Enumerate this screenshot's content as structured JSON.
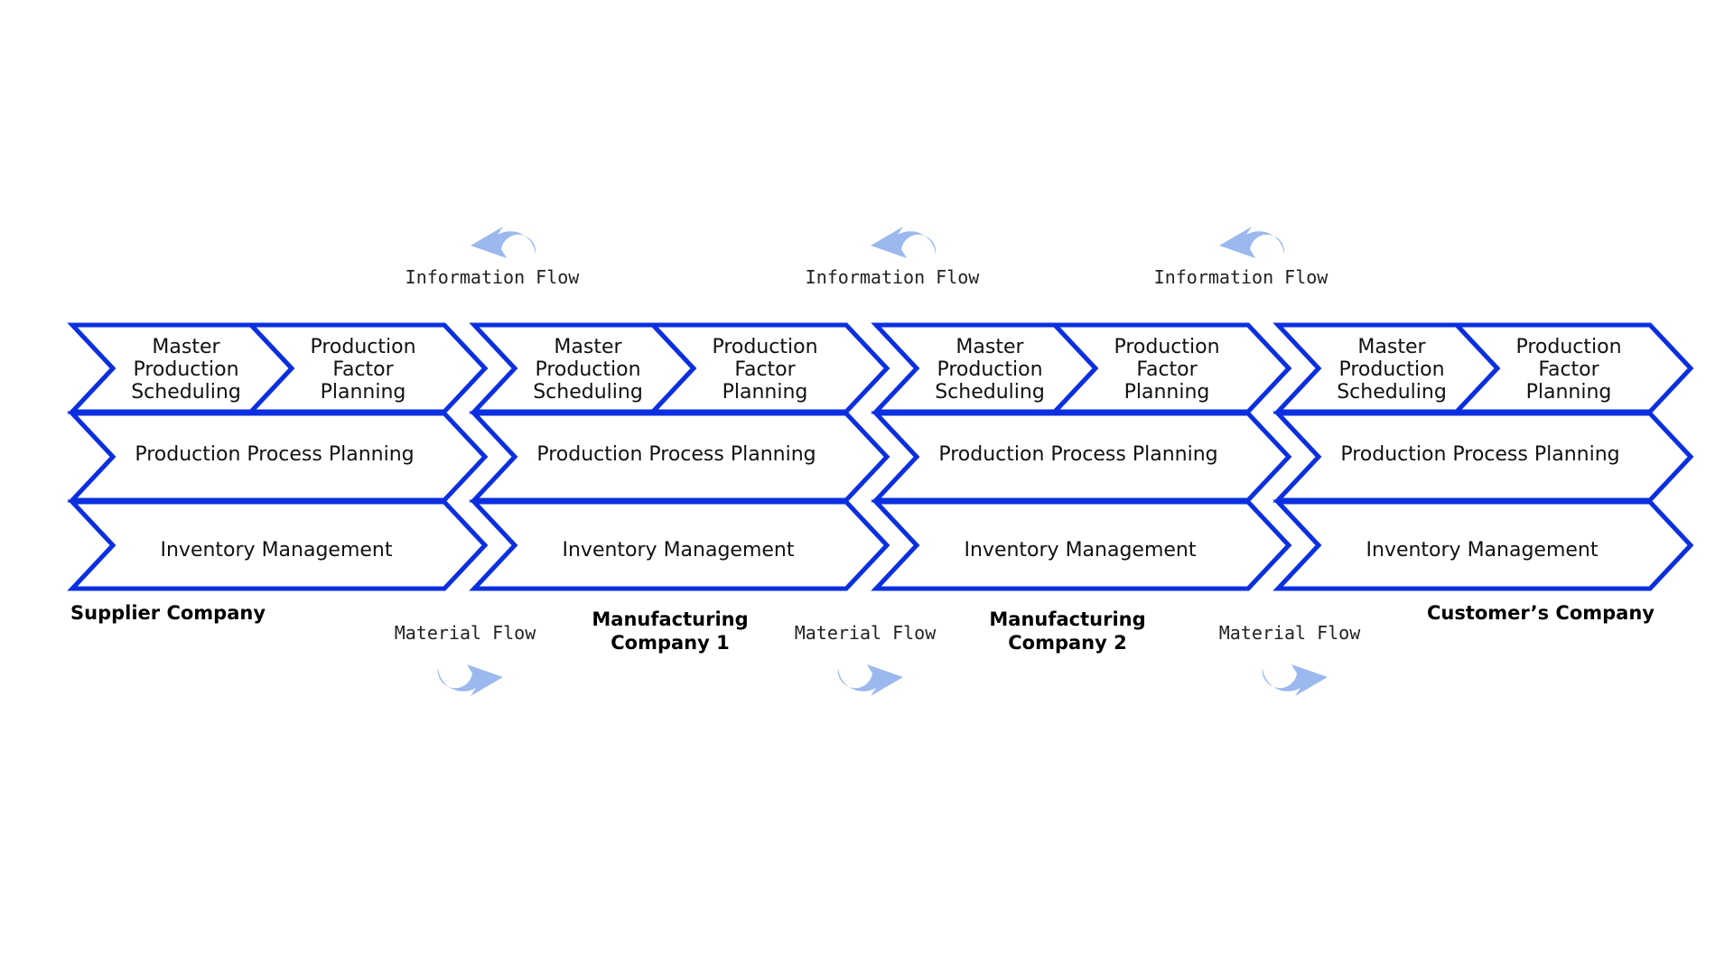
{
  "colors": {
    "chevron_stroke": "#0b2fe0",
    "flow_arrow": "#9bb9ee",
    "text": "#111111"
  },
  "companies": [
    {
      "name": "Supplier Company",
      "align": "left",
      "mps": [
        "Master",
        "Production",
        "Scheduling"
      ],
      "pfp": [
        "Production",
        "Factor",
        "Planning"
      ],
      "ppp": "Production Process Planning",
      "inv": "Inventory Management"
    },
    {
      "name": "Manufacturing Company 1",
      "name_lines": [
        "Manufacturing",
        "Company 1"
      ],
      "align": "center",
      "mps": [
        "Master",
        "Production",
        "Scheduling"
      ],
      "pfp": [
        "Production",
        "Factor",
        "Planning"
      ],
      "ppp": "Production Process Planning",
      "inv": "Inventory Management"
    },
    {
      "name": "Manufacturing Company 2",
      "name_lines": [
        "Manufacturing",
        "Company 2"
      ],
      "align": "center",
      "mps": [
        "Master",
        "Production",
        "Scheduling"
      ],
      "pfp": [
        "Production",
        "Factor",
        "Planning"
      ],
      "ppp": "Production Process Planning",
      "inv": "Inventory Management"
    },
    {
      "name": "Customer’s Company",
      "align": "right",
      "mps": [
        "Master",
        "Production",
        "Scheduling"
      ],
      "pfp": [
        "Production",
        "Factor",
        "Planning"
      ],
      "ppp": "Production Process Planning",
      "inv": "Inventory Management"
    }
  ],
  "information_flows": [
    {
      "label": "Information Flow",
      "icon": "curved-arrow-left-icon"
    },
    {
      "label": "Information Flow",
      "icon": "curved-arrow-left-icon"
    },
    {
      "label": "Information Flow",
      "icon": "curved-arrow-left-icon"
    }
  ],
  "material_flows": [
    {
      "label": "Material Flow",
      "icon": "curved-arrow-right-icon"
    },
    {
      "label": "Material Flow",
      "icon": "curved-arrow-right-icon"
    },
    {
      "label": "Material Flow",
      "icon": "curved-arrow-right-icon"
    }
  ]
}
